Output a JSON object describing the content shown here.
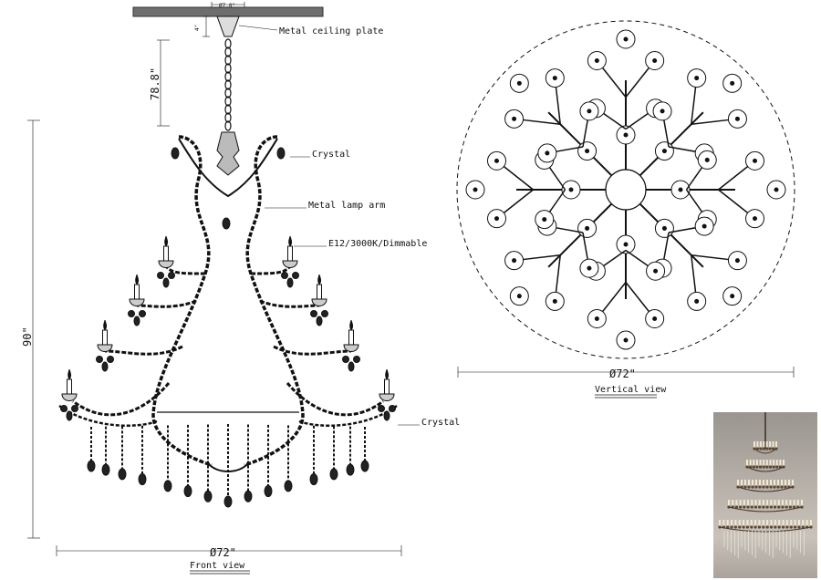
{
  "labels": {
    "ceiling_plate_dim": "Ø7.8\"",
    "ceiling_plate": "Metal ceiling plate",
    "plate_height": "4\"",
    "chain_length": "78.8\"",
    "overall_height": "90\"",
    "crystal_top": "Crystal",
    "metal_lamp_arm": "Metal lamp arm",
    "bulb_spec": "E12/3000K/Dimmable",
    "crystal_bottom": "Crystal",
    "front_width": "Ø72\"",
    "front_view": "Front view",
    "top_width": "Ø72\"",
    "vertical_view": "Vertical view"
  },
  "colors": {
    "line": "#111111",
    "ceiling": "#6e6e6e",
    "photo_bg": "#aaa39b"
  }
}
